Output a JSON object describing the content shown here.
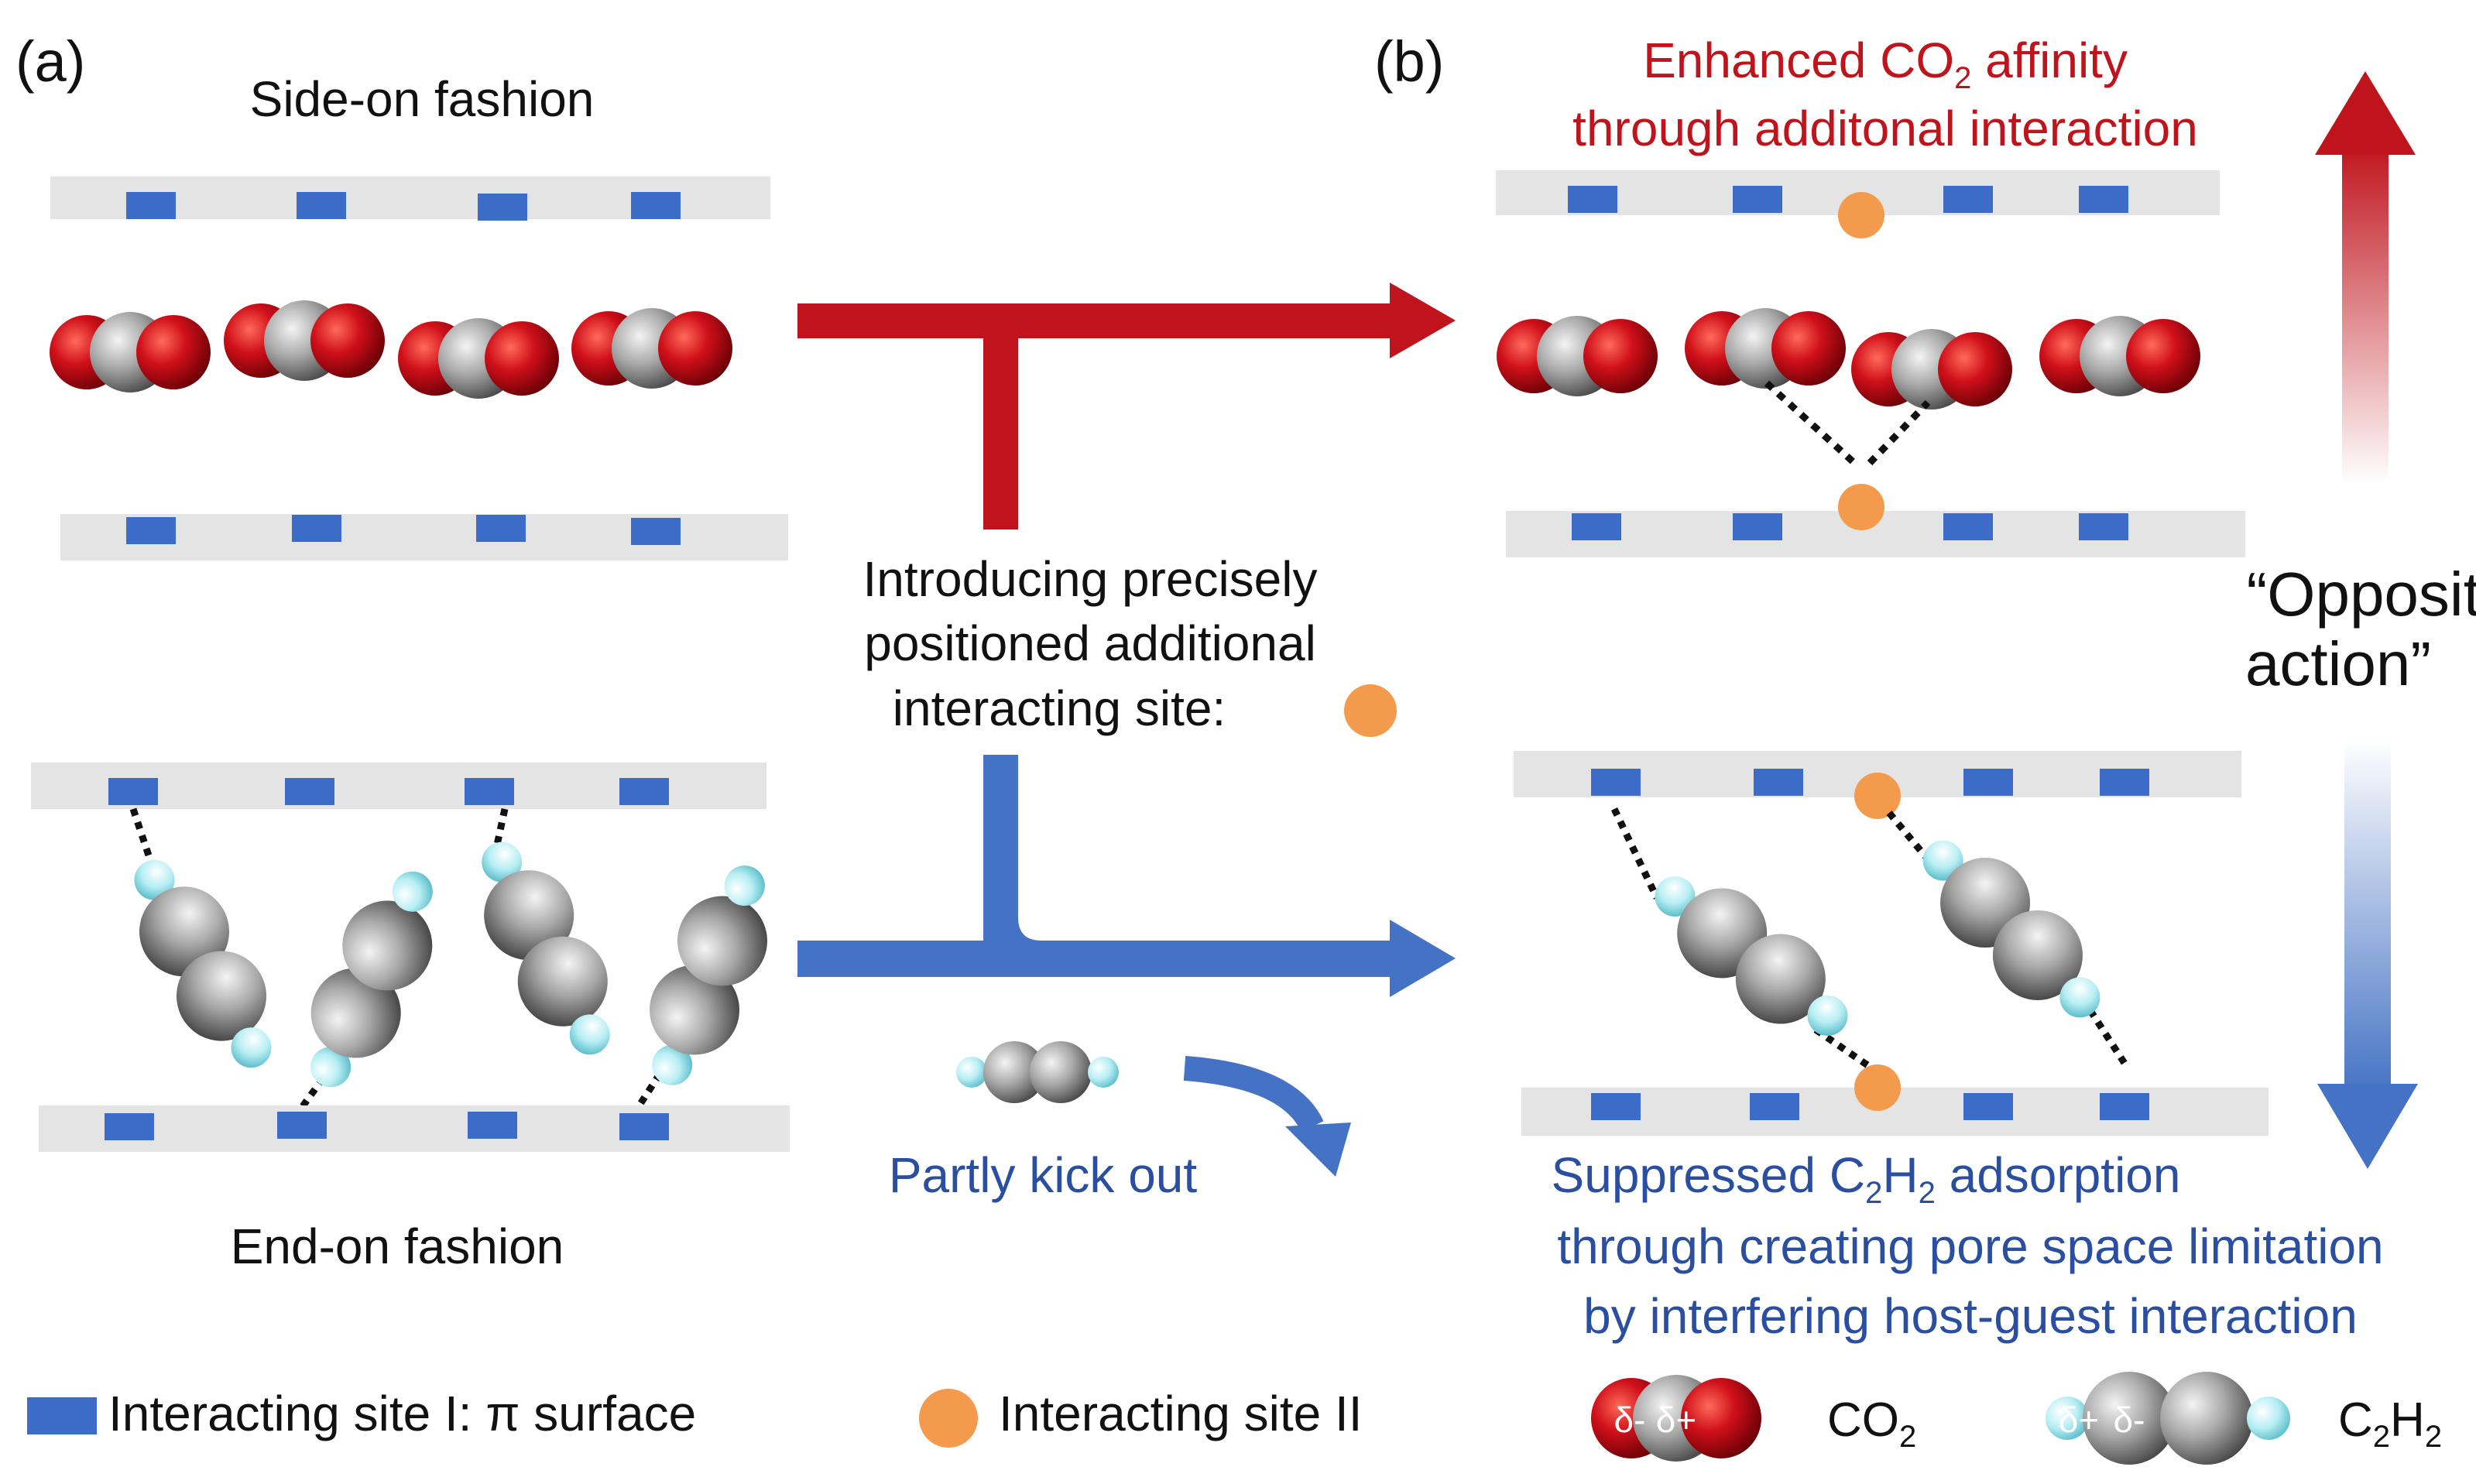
{
  "panel_a": {
    "label": "(a)",
    "top_caption": "Side-on fashion",
    "bottom_caption": "End-on fashion"
  },
  "panel_b": {
    "label": "(b)",
    "top_line1_pre": "Enhanced CO",
    "top_line1_sub": "2",
    "top_line1_post": " affinity",
    "top_line2": "through additonal interaction",
    "bottom_line1_pre": "Suppressed C",
    "bottom_line1_sub1": "2",
    "bottom_line1_mid": "H",
    "bottom_line1_sub2": "2",
    "bottom_line1_post": " adsorption",
    "bottom_line2": "through creating pore space limitation",
    "bottom_line3": "by interfering host-guest interaction"
  },
  "center": {
    "line1": "Introducing precisely",
    "line2": "positioned additional",
    "line3": "interacting site:",
    "kick_out": "Partly kick out"
  },
  "side": {
    "line1": "“Opposite",
    "line2": "action”"
  },
  "legend": {
    "site1": "Interacting site I: π surface",
    "site2": "Interacting site II",
    "co2_delta_minus": "δ-",
    "co2_delta_plus": "δ+",
    "co2_label_pre": "CO",
    "co2_label_sub": "2",
    "c2h2_delta_plus": "δ+",
    "c2h2_delta_minus": "δ-",
    "c2h2_label_pre": "C",
    "c2h2_label_sub1": "2",
    "c2h2_label_mid": "H",
    "c2h2_label_sub2": "2"
  },
  "colors": {
    "red": "#c0141c",
    "blue": "#4472c4",
    "site_blue": "#3a6cc8",
    "orange": "#f39a4c",
    "plate": "#e4e4e4",
    "red_text": "#c0141c",
    "blue_text": "#2a4ea0"
  }
}
